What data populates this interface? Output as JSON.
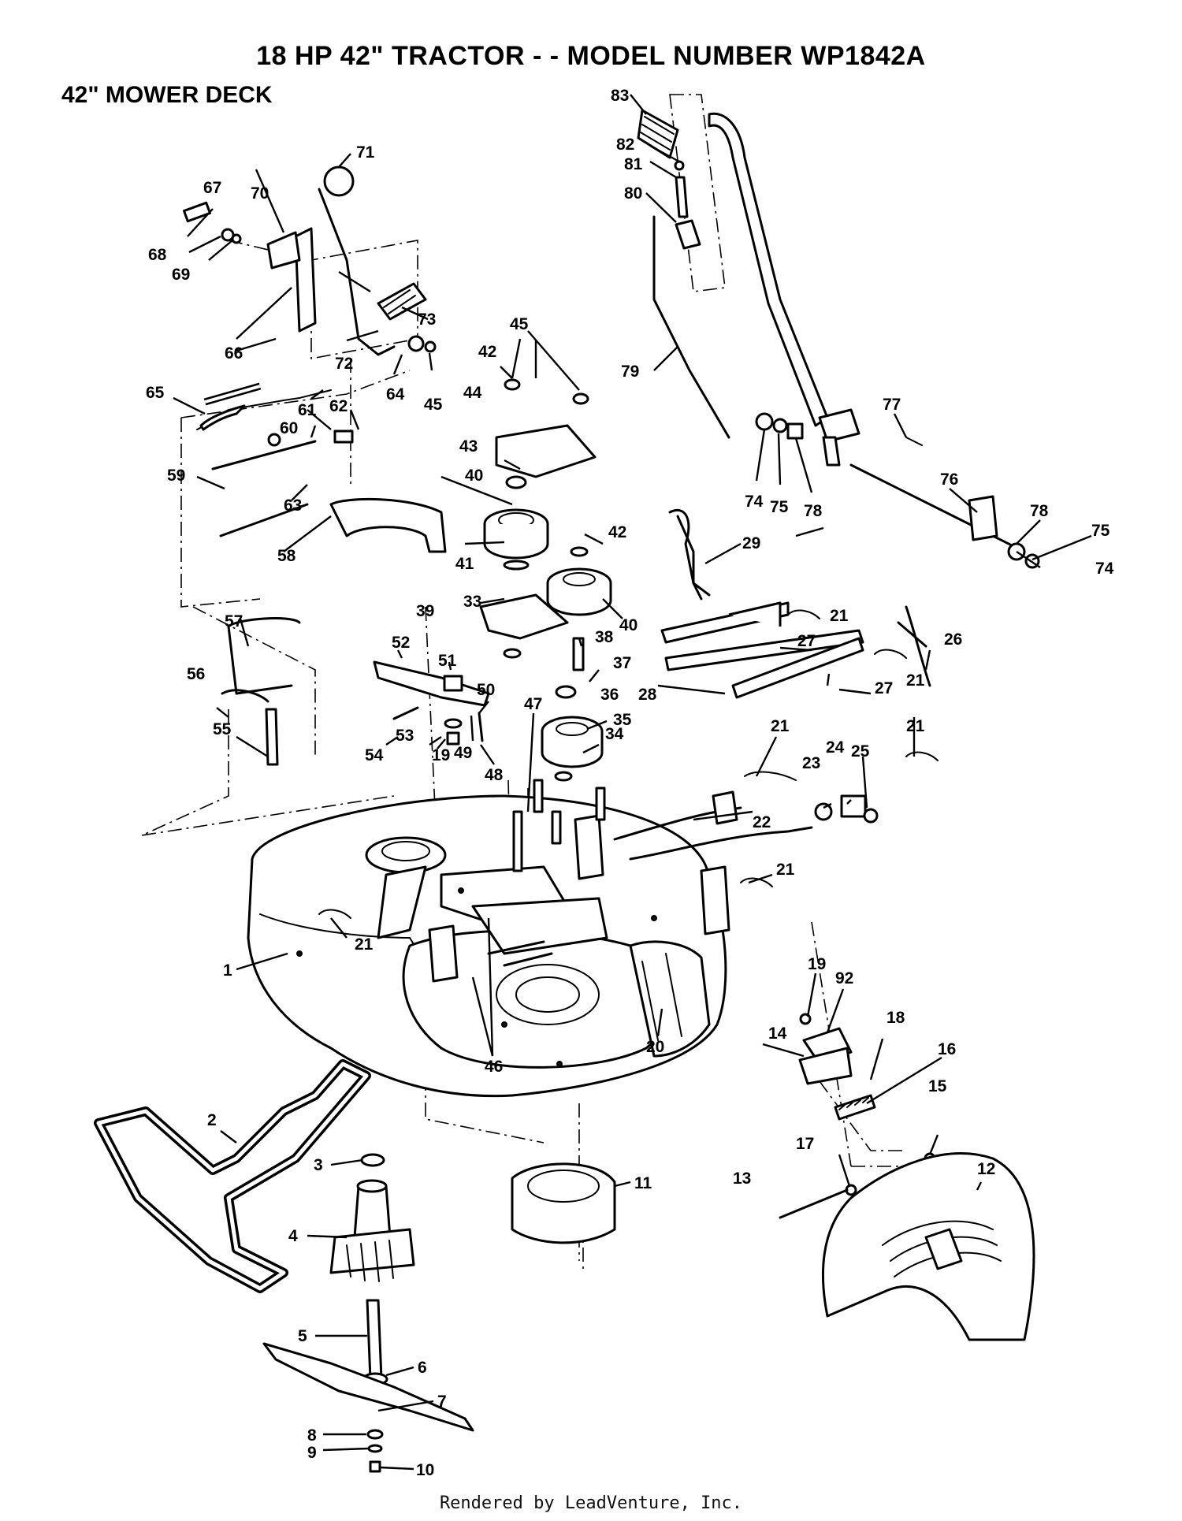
{
  "header": {
    "title": "18 HP 42\" TRACTOR - - MODEL NUMBER WP1842A",
    "subtitle": "42\" MOWER DECK"
  },
  "footer": {
    "credit": "Rendered by LeadVenture, Inc."
  },
  "callouts": [
    "1",
    "2",
    "3",
    "4",
    "5",
    "6",
    "7",
    "8",
    "9",
    "10",
    "11",
    "12",
    "13",
    "14",
    "15",
    "16",
    "17",
    "18",
    "19",
    "19",
    "20",
    "21",
    "21",
    "21",
    "21",
    "21",
    "21",
    "22",
    "23",
    "24",
    "25",
    "26",
    "27",
    "27",
    "28",
    "29",
    "33",
    "34",
    "35",
    "36",
    "37",
    "38",
    "39",
    "40",
    "40",
    "41",
    "42",
    "42",
    "43",
    "44",
    "45",
    "45",
    "46",
    "47",
    "48",
    "49",
    "50",
    "51",
    "52",
    "53",
    "54",
    "55",
    "56",
    "57",
    "58",
    "59",
    "60",
    "61",
    "62",
    "63",
    "64",
    "65",
    "66",
    "67",
    "68",
    "69",
    "70",
    "71",
    "72",
    "73",
    "74",
    "74",
    "75",
    "75",
    "76",
    "77",
    "78",
    "78",
    "79",
    "80",
    "81",
    "82",
    "83",
    "92"
  ]
}
